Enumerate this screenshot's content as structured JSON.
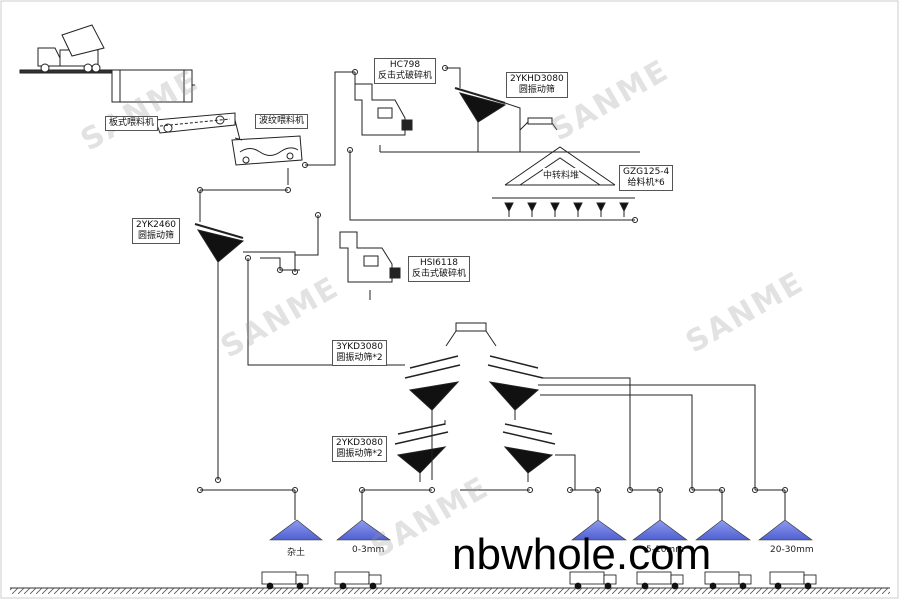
{
  "labels": {
    "plate_feeder": "板式喂料机",
    "wave_feeder": "波纹喂料机",
    "hc798_model": "HC798",
    "hc798_name": "反击式破碎机",
    "screen1_model": "2YKHD3080",
    "screen1_name": "圆振动筛",
    "gzg_model": "GZG125-4",
    "gzg_name": "给料机*6",
    "pile_center": "中转料堆",
    "screen2_model": "2YK2460",
    "screen2_name": "圆振动筛",
    "hsi_model": "HSI6118",
    "hsi_name": "反击式破碎机",
    "screen3_model": "3YKD3080",
    "screen3_name": "圆振动筛*2",
    "screen4_model": "2YKD3080",
    "screen4_name": "圆振动筛*2"
  },
  "products": [
    "杂土",
    "0-3mm",
    "",
    "5-10mm",
    "",
    "20-30mm"
  ],
  "watermark": "SANME",
  "site": "nbwhole.com",
  "colors": {
    "pile": "#6f7fe0",
    "line": "#111111"
  }
}
